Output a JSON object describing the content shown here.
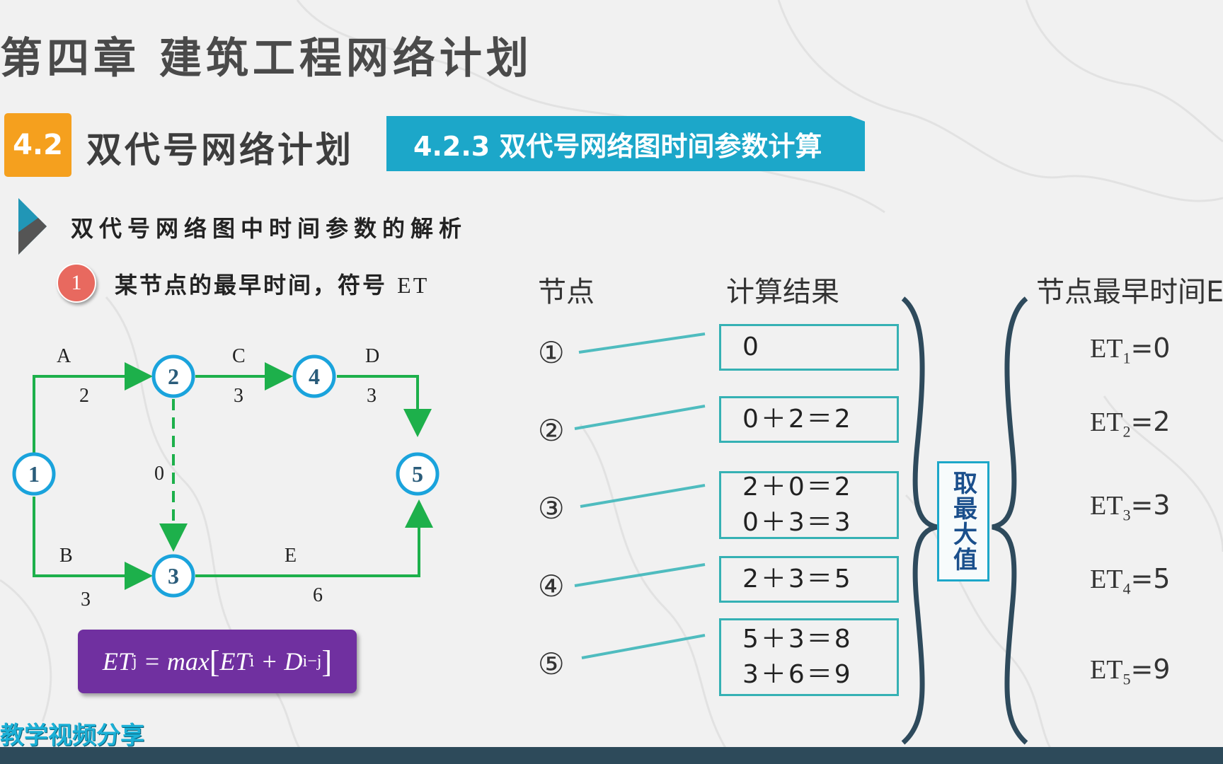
{
  "chapter_title": "第四章  建筑工程网络计划",
  "section": {
    "number": "4.2",
    "title": "双代号网络计划"
  },
  "banner": "4.2.3 双代号网络图时间参数计算",
  "subheading": "双代号网络图中时间参数的解析",
  "definition": {
    "index": "1",
    "text": "某节点的最早时间，符号",
    "symbol": "ET"
  },
  "network": {
    "nodes": [
      "1",
      "2",
      "3",
      "4",
      "5"
    ],
    "arrows": [
      {
        "from": "1",
        "to": "2",
        "label": "A",
        "duration": "2"
      },
      {
        "from": "2",
        "to": "4",
        "label": "C",
        "duration": "3"
      },
      {
        "from": "4",
        "to": "5",
        "label": "D",
        "duration": "3"
      },
      {
        "from": "1",
        "to": "3",
        "label": "B",
        "duration": "3"
      },
      {
        "from": "3",
        "to": "5",
        "label": "E",
        "duration": "6"
      },
      {
        "from": "2",
        "to": "3",
        "label": "",
        "duration": "0",
        "dummy": true
      }
    ],
    "colors": {
      "node": "#1aa3dc",
      "arrow": "#1db04b"
    }
  },
  "formula": {
    "lhs": "ET",
    "lhs_sub": "j",
    "eq": " = max",
    "rhs": "ET",
    "rhs_sub": "i",
    "plus": " + D",
    "d_sub": "i−j"
  },
  "table": {
    "headers": {
      "node": "节点",
      "calc": "计算结果",
      "et": "节点最早时间E"
    },
    "rows": [
      {
        "node": "①",
        "calc": [
          "0"
        ],
        "et_sub": "1",
        "et": "0"
      },
      {
        "node": "②",
        "calc": [
          "0＋2＝2"
        ],
        "et_sub": "2",
        "et": "2"
      },
      {
        "node": "③",
        "calc": [
          "2＋0＝2",
          "0＋3＝3"
        ],
        "et_sub": "3",
        "et": "3"
      },
      {
        "node": "④",
        "calc": [
          "2＋3＝5"
        ],
        "et_sub": "4",
        "et": "5"
      },
      {
        "node": "⑤",
        "calc": [
          "5＋3＝8",
          "3＋6＝9"
        ],
        "et_sub": "5",
        "et": "9"
      }
    ],
    "et_prefix": "ET",
    "take_max": "取最大值"
  },
  "watermark": "教学视频分享",
  "colors": {
    "accent_orange": "#f5a01e",
    "accent_blue": "#1ca7c9",
    "formula_bg": "#7030a0",
    "box_border": "#35b1b4",
    "badge_red": "#e8695f"
  }
}
